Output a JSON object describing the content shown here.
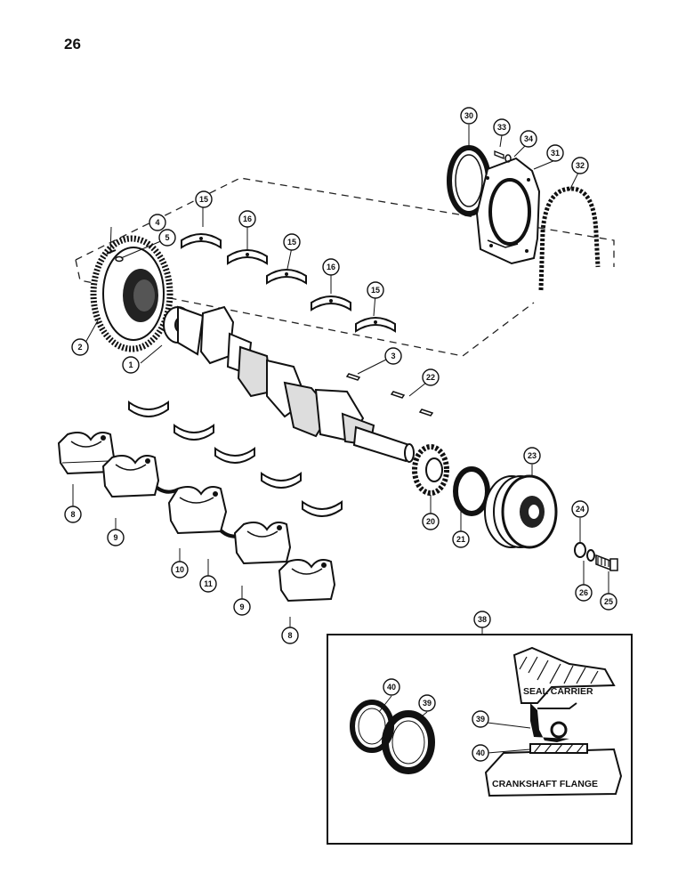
{
  "page": {
    "number": "26"
  },
  "callouts": {
    "c1": "1",
    "c2": "2",
    "c3": "3",
    "c4": "4",
    "c5": "5",
    "c8a": "8",
    "c8b": "8",
    "c9a": "9",
    "c9b": "9",
    "c10": "10",
    "c11": "11",
    "c15a": "15",
    "c15b": "15",
    "c15c": "15",
    "c16a": "16",
    "c16b": "16",
    "c20": "20",
    "c21": "21",
    "c22": "22",
    "c23": "23",
    "c24": "24",
    "c25": "25",
    "c26": "26",
    "c30": "30",
    "c31": "31",
    "c32": "32",
    "c33": "33",
    "c34": "34",
    "c38": "38",
    "c39a": "39",
    "c40a": "40",
    "c39b": "39",
    "c40b": "40"
  },
  "detail": {
    "seal_carrier_label": "SEAL CARRIER",
    "crankshaft_flange_label": "CRANKSHAFT FLANGE"
  }
}
